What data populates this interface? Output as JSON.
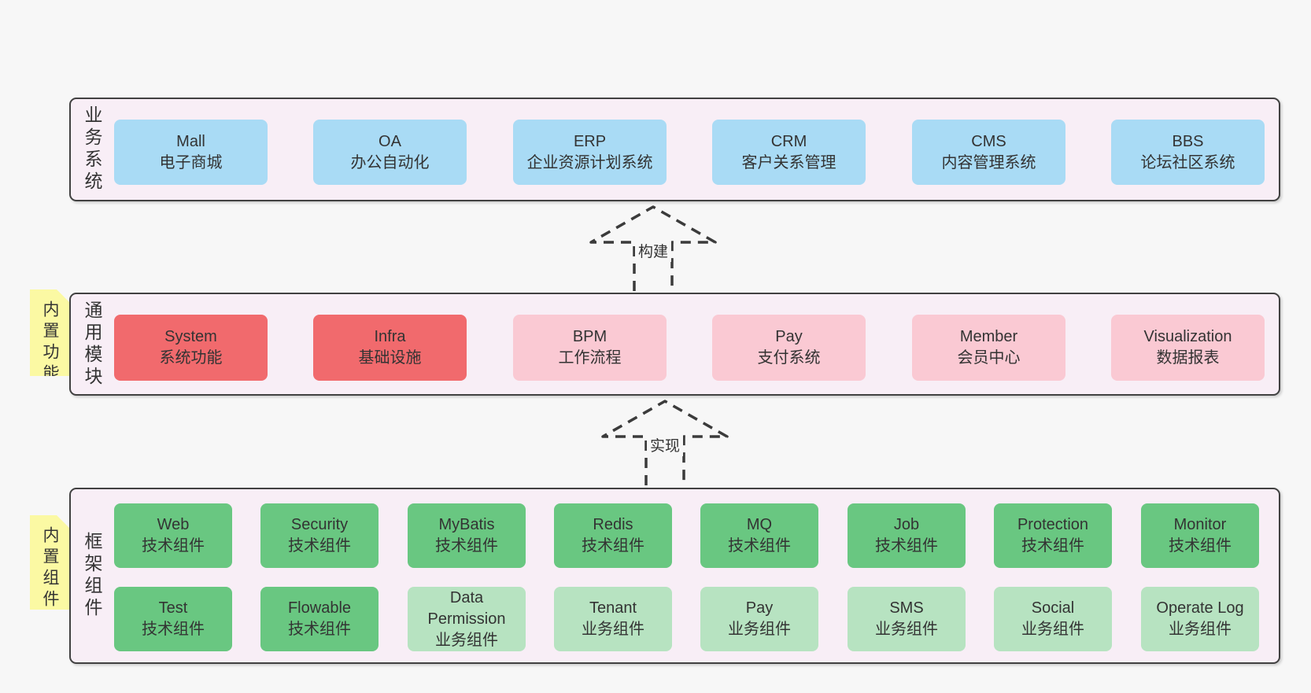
{
  "colors": {
    "page_background": "#f7f7f7",
    "band_fill": "#f8eef6",
    "band_border": "#414141",
    "business_box": "#a9dbf5",
    "core_module_box": "#f16a6d",
    "optional_module_box": "#fac9d3",
    "tech_component_box": "#69c781",
    "biz_component_box": "#b7e3c1",
    "sticky_note": "#fbf9a3",
    "text": "#333333"
  },
  "arrows": [
    {
      "label": "构建"
    },
    {
      "label": "实现"
    }
  ],
  "bands": [
    {
      "label": "业务系统",
      "sticky": "",
      "rows": [
        [
          {
            "title": "Mall",
            "subtitle": "电子商城",
            "color": "blue"
          },
          {
            "title": "OA",
            "subtitle": "办公自动化",
            "color": "blue"
          },
          {
            "title": "ERP",
            "subtitle": "企业资源计划系统",
            "color": "blue"
          },
          {
            "title": "CRM",
            "subtitle": "客户关系管理",
            "color": "blue"
          },
          {
            "title": "CMS",
            "subtitle": "内容管理系统",
            "color": "blue"
          },
          {
            "title": "BBS",
            "subtitle": "论坛社区系统",
            "color": "blue"
          }
        ]
      ]
    },
    {
      "label": "通用模块",
      "sticky": "内置功能",
      "rows": [
        [
          {
            "title": "System",
            "subtitle": "系统功能",
            "color": "red"
          },
          {
            "title": "Infra",
            "subtitle": "基础设施",
            "color": "red"
          },
          {
            "title": "BPM",
            "subtitle": "工作流程",
            "color": "pink"
          },
          {
            "title": "Pay",
            "subtitle": "支付系统",
            "color": "pink"
          },
          {
            "title": "Member",
            "subtitle": "会员中心",
            "color": "pink"
          },
          {
            "title": "Visualization",
            "subtitle": "数据报表",
            "color": "pink"
          }
        ]
      ]
    },
    {
      "label": "框架组件",
      "sticky": "内置组件",
      "rows": [
        [
          {
            "title": "Web",
            "subtitle": "技术组件",
            "color": "green"
          },
          {
            "title": "Security",
            "subtitle": "技术组件",
            "color": "green"
          },
          {
            "title": "MyBatis",
            "subtitle": "技术组件",
            "color": "green"
          },
          {
            "title": "Redis",
            "subtitle": "技术组件",
            "color": "green"
          },
          {
            "title": "MQ",
            "subtitle": "技术组件",
            "color": "green"
          },
          {
            "title": "Job",
            "subtitle": "技术组件",
            "color": "green"
          },
          {
            "title": "Protection",
            "subtitle": "技术组件",
            "color": "green"
          },
          {
            "title": "Monitor",
            "subtitle": "技术组件",
            "color": "green"
          }
        ],
        [
          {
            "title": "Test",
            "subtitle": "技术组件",
            "color": "green"
          },
          {
            "title": "Flowable",
            "subtitle": "技术组件",
            "color": "green"
          },
          {
            "title": "Data Permission",
            "subtitle": "业务组件",
            "color": "lightgreen"
          },
          {
            "title": "Tenant",
            "subtitle": "业务组件",
            "color": "lightgreen"
          },
          {
            "title": "Pay",
            "subtitle": "业务组件",
            "color": "lightgreen"
          },
          {
            "title": "SMS",
            "subtitle": "业务组件",
            "color": "lightgreen"
          },
          {
            "title": "Social",
            "subtitle": "业务组件",
            "color": "lightgreen"
          },
          {
            "title": "Operate Log",
            "subtitle": "业务组件",
            "color": "lightgreen"
          }
        ]
      ]
    }
  ]
}
